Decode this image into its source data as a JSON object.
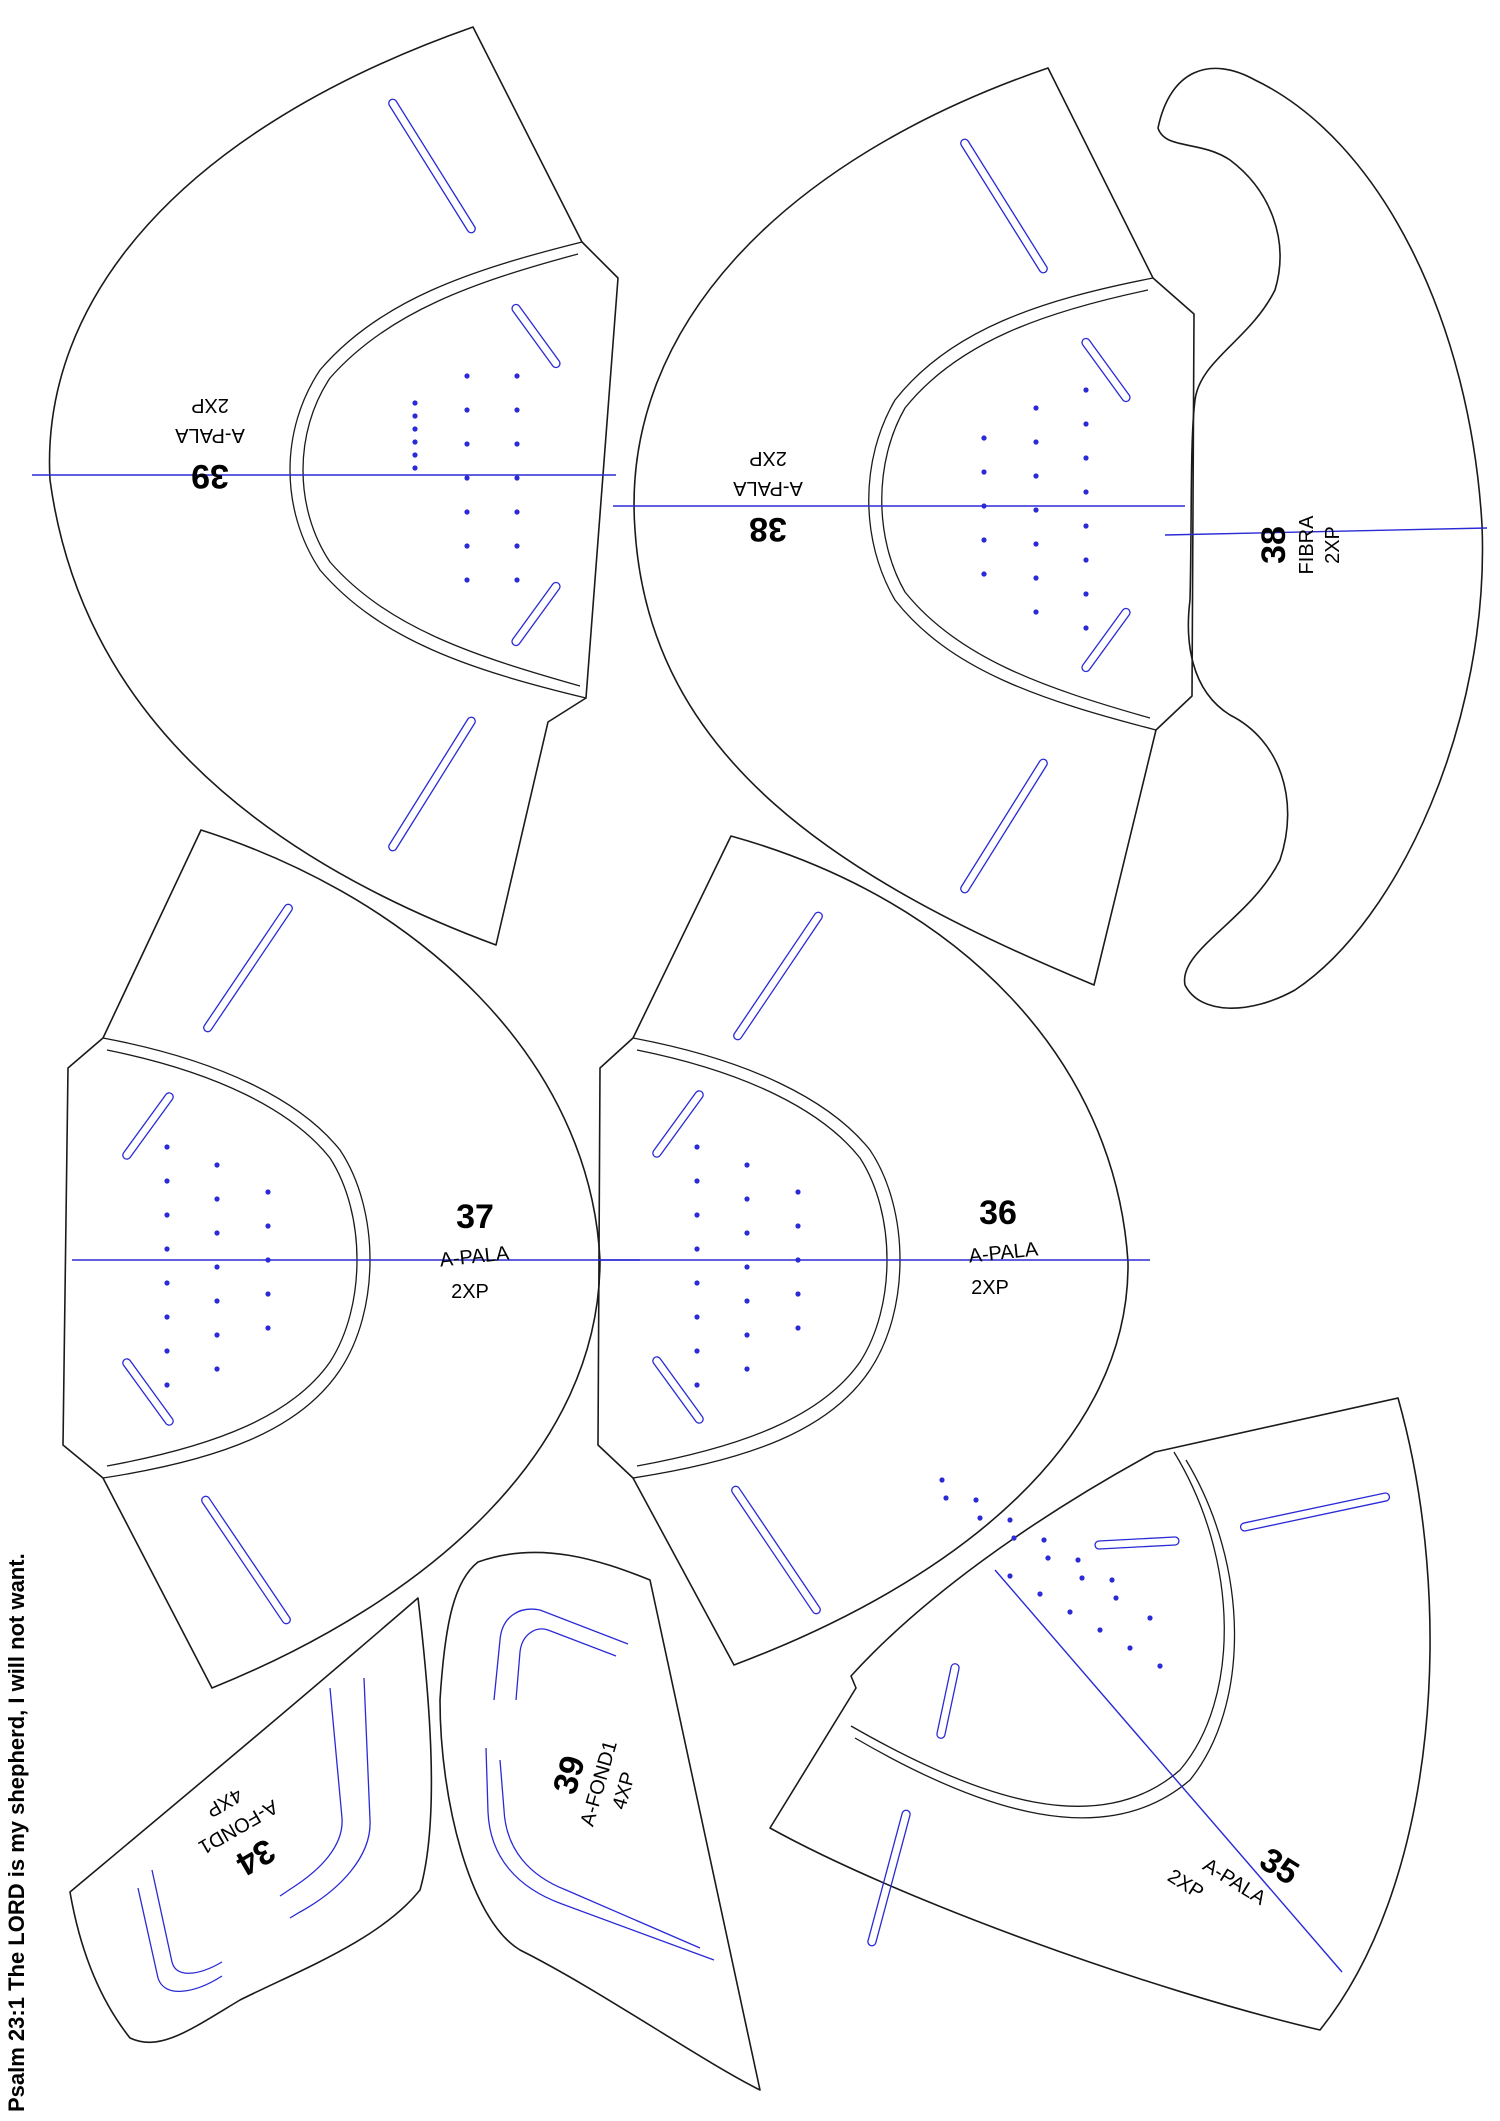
{
  "caption": "Psalm 23:1 The LORD is my shepherd, I will not want.",
  "colors": {
    "outline": "#1a1a1a",
    "guide": "#2a2ad6",
    "text": "#000000"
  },
  "pieces": [
    {
      "key": "p39",
      "number": "39",
      "name": "A-PALA",
      "qty": "2XP"
    },
    {
      "key": "p38",
      "number": "38",
      "name": "A-PALA",
      "qty": "2XP"
    },
    {
      "key": "p38f",
      "number": "38",
      "name": "FIBRA",
      "qty": "2XP"
    },
    {
      "key": "p37",
      "number": "37",
      "name": "A-PALA",
      "qty": "2XP"
    },
    {
      "key": "p36",
      "number": "36",
      "name": "A-PALA",
      "qty": "2XP"
    },
    {
      "key": "p35",
      "number": "35",
      "name": "A-PALA",
      "qty": "2XP"
    },
    {
      "key": "p34",
      "number": "34",
      "name": "A-FOND1",
      "qty": "4XP"
    },
    {
      "key": "p39f",
      "number": "39",
      "name": "A-FOND1",
      "qty": "4XP"
    }
  ]
}
